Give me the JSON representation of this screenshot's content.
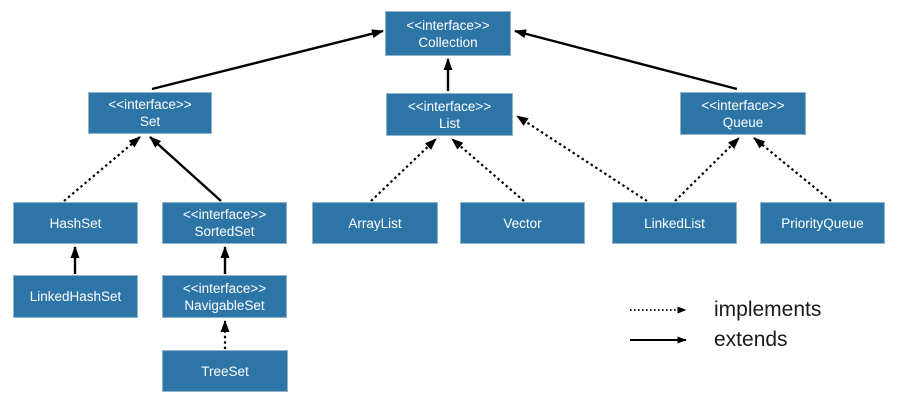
{
  "diagram": {
    "kind": "uml-class-hierarchy",
    "nodes": [
      {
        "id": "collection",
        "stereotype": "<<interface>>",
        "label": "Collection"
      },
      {
        "id": "set",
        "stereotype": "<<interface>>",
        "label": "Set"
      },
      {
        "id": "list",
        "stereotype": "<<interface>>",
        "label": "List"
      },
      {
        "id": "queue",
        "stereotype": "<<interface>>",
        "label": "Queue"
      },
      {
        "id": "hashset",
        "stereotype": "",
        "label": "HashSet"
      },
      {
        "id": "sortedset",
        "stereotype": "<<interface>>",
        "label": "SortedSet"
      },
      {
        "id": "arraylist",
        "stereotype": "",
        "label": "ArrayList"
      },
      {
        "id": "vector",
        "stereotype": "",
        "label": "Vector"
      },
      {
        "id": "linkedlist",
        "stereotype": "",
        "label": "LinkedList"
      },
      {
        "id": "priorityqueue",
        "stereotype": "",
        "label": "PriorityQueue"
      },
      {
        "id": "linkedhashset",
        "stereotype": "",
        "label": "LinkedHashSet"
      },
      {
        "id": "navigableset",
        "stereotype": "<<interface>>",
        "label": "NavigableSet"
      },
      {
        "id": "treeset",
        "stereotype": "",
        "label": "TreeSet"
      }
    ],
    "edges": [
      {
        "from": "set",
        "to": "collection",
        "type": "extends"
      },
      {
        "from": "list",
        "to": "collection",
        "type": "extends"
      },
      {
        "from": "queue",
        "to": "collection",
        "type": "extends"
      },
      {
        "from": "sortedset",
        "to": "set",
        "type": "extends"
      },
      {
        "from": "linkedhashset",
        "to": "hashset",
        "type": "extends"
      },
      {
        "from": "navigableset",
        "to": "sortedset",
        "type": "extends"
      },
      {
        "from": "hashset",
        "to": "set",
        "type": "implements"
      },
      {
        "from": "treeset",
        "to": "navigableset",
        "type": "implements"
      },
      {
        "from": "arraylist",
        "to": "list",
        "type": "implements"
      },
      {
        "from": "vector",
        "to": "list",
        "type": "implements"
      },
      {
        "from": "linkedlist",
        "to": "list",
        "type": "implements"
      },
      {
        "from": "linkedlist",
        "to": "queue",
        "type": "implements"
      },
      {
        "from": "priorityqueue",
        "to": "queue",
        "type": "implements"
      }
    ],
    "legend": [
      {
        "style": "dotted",
        "label": "implements"
      },
      {
        "style": "solid",
        "label": "extends"
      }
    ],
    "colors": {
      "node_fill": "#2E75A7",
      "node_border": "#93B3CA",
      "node_text": "#FFFFFF",
      "arrow": "#000000",
      "background": "#FFFFFF"
    }
  }
}
